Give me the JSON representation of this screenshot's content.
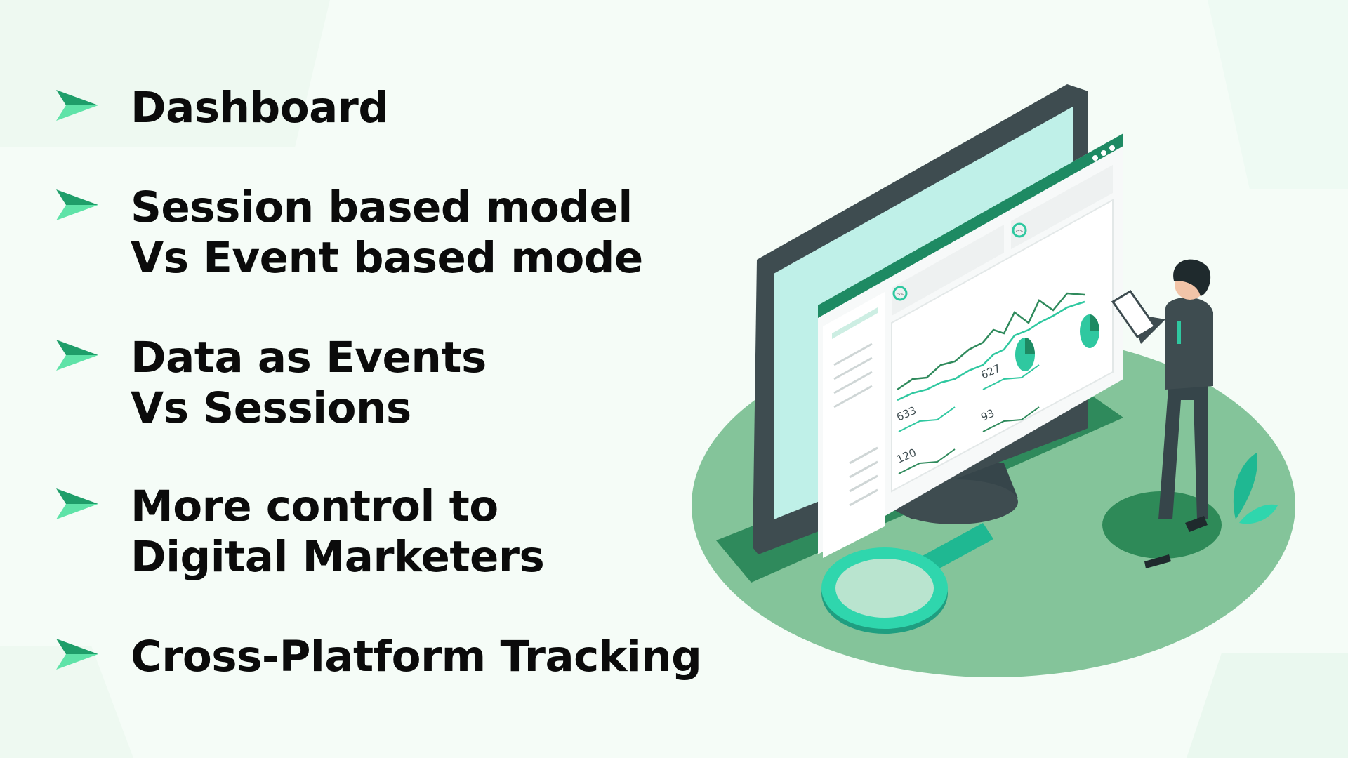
{
  "bullets": [
    {
      "lines": [
        "Dashboard"
      ]
    },
    {
      "lines": [
        "Session based model",
        "Vs Event based mode"
      ]
    },
    {
      "lines": [
        "Data as Events",
        "Vs Sessions"
      ]
    },
    {
      "lines": [
        "More control to",
        "Digital Marketers"
      ]
    },
    {
      "lines": [
        "Cross-Platform Tracking"
      ]
    }
  ],
  "illustration": {
    "gauge_label_1": "75%",
    "gauge_label_2": "75%",
    "stat_1": "627",
    "stat_2": "633",
    "stat_3": "93",
    "stat_4": "120"
  },
  "colors": {
    "arrow_dark": "#1f9e6a",
    "arrow_light": "#5fe3a8",
    "text": "#0b0b0b",
    "background": "#f5fcf7",
    "ground": "#84c49a",
    "accent": "#1e8a63",
    "monitor": "#3e4c50"
  },
  "icons": {
    "bullet": "arrow-right-icon",
    "illustration": "analytics-dashboard-illustration"
  }
}
